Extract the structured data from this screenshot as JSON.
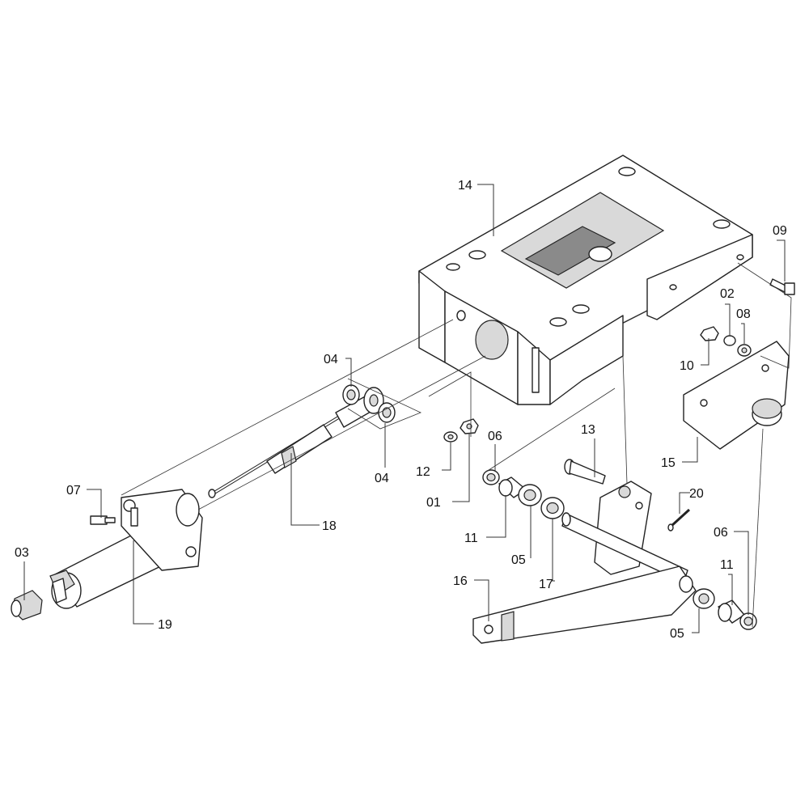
{
  "diagram": {
    "labels": [
      {
        "id": "14",
        "text": "14"
      },
      {
        "id": "09",
        "text": "09"
      },
      {
        "id": "02",
        "text": "02"
      },
      {
        "id": "08",
        "text": "08"
      },
      {
        "id": "10",
        "text": "10"
      },
      {
        "id": "04a",
        "text": "04"
      },
      {
        "id": "04b",
        "text": "04"
      },
      {
        "id": "06a",
        "text": "06"
      },
      {
        "id": "13",
        "text": "13"
      },
      {
        "id": "12",
        "text": "12"
      },
      {
        "id": "01",
        "text": "01"
      },
      {
        "id": "15",
        "text": "15"
      },
      {
        "id": "20",
        "text": "20"
      },
      {
        "id": "07",
        "text": "07"
      },
      {
        "id": "18",
        "text": "18"
      },
      {
        "id": "11a",
        "text": "11"
      },
      {
        "id": "05a",
        "text": "05"
      },
      {
        "id": "17",
        "text": "17"
      },
      {
        "id": "06b",
        "text": "06"
      },
      {
        "id": "03",
        "text": "03"
      },
      {
        "id": "16",
        "text": "16"
      },
      {
        "id": "11b",
        "text": "11"
      },
      {
        "id": "19",
        "text": "19"
      },
      {
        "id": "05b",
        "text": "05"
      }
    ]
  }
}
